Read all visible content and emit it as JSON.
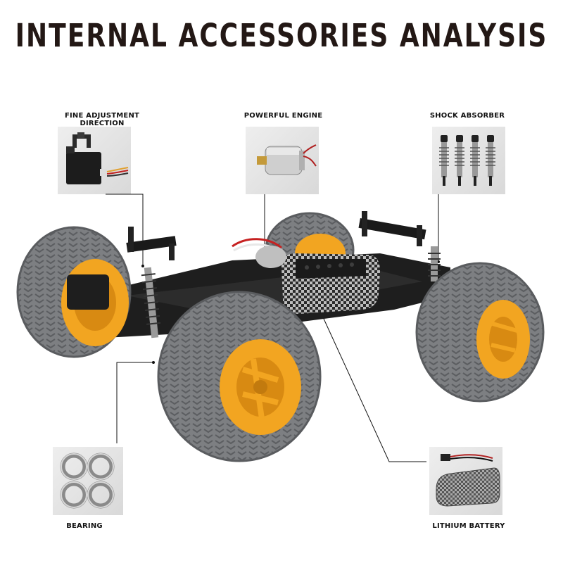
{
  "title": "INTERNAL ACCESSORIES ANALYSIS",
  "callouts": {
    "steering": "FINE ADJUSTMENT DIRECTION",
    "engine": "POWERFUL ENGINE",
    "shock": "SHOCK ABSORBER",
    "bearing": "BEARING",
    "battery": "LITHIUM BATTERY"
  },
  "colors": {
    "tire": "#7d7f82",
    "rim": "#f2a521",
    "chassis": "#1e1e1e",
    "title": "#231815"
  },
  "icons": [
    "servo-icon",
    "motor-icon",
    "shock-absorber-icon",
    "bearing-icon",
    "battery-pack-icon"
  ]
}
